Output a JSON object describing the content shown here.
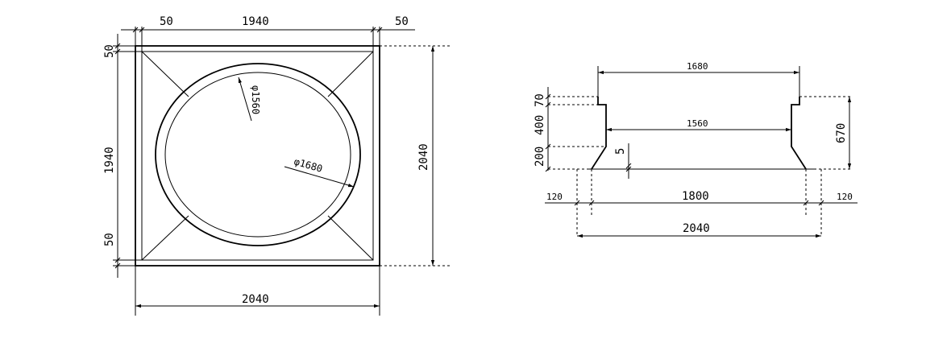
{
  "plan": {
    "top_left": "50",
    "top_mid": "1940",
    "top_right": "50",
    "left_top": "50",
    "left_mid": "1940",
    "left_bottom": "50",
    "right_total": "2040",
    "bottom_total": "2040",
    "inner_dia": "φ1560",
    "outer_dia": "φ1680"
  },
  "section": {
    "top_width": "1680",
    "mid_width": "1560",
    "h_top": "70",
    "h_mid": "400",
    "h_bottom": "200",
    "gap": "5",
    "total_height": "670",
    "left_offset": "120",
    "base_width": "1800",
    "right_offset": "120",
    "total_width": "2040"
  }
}
